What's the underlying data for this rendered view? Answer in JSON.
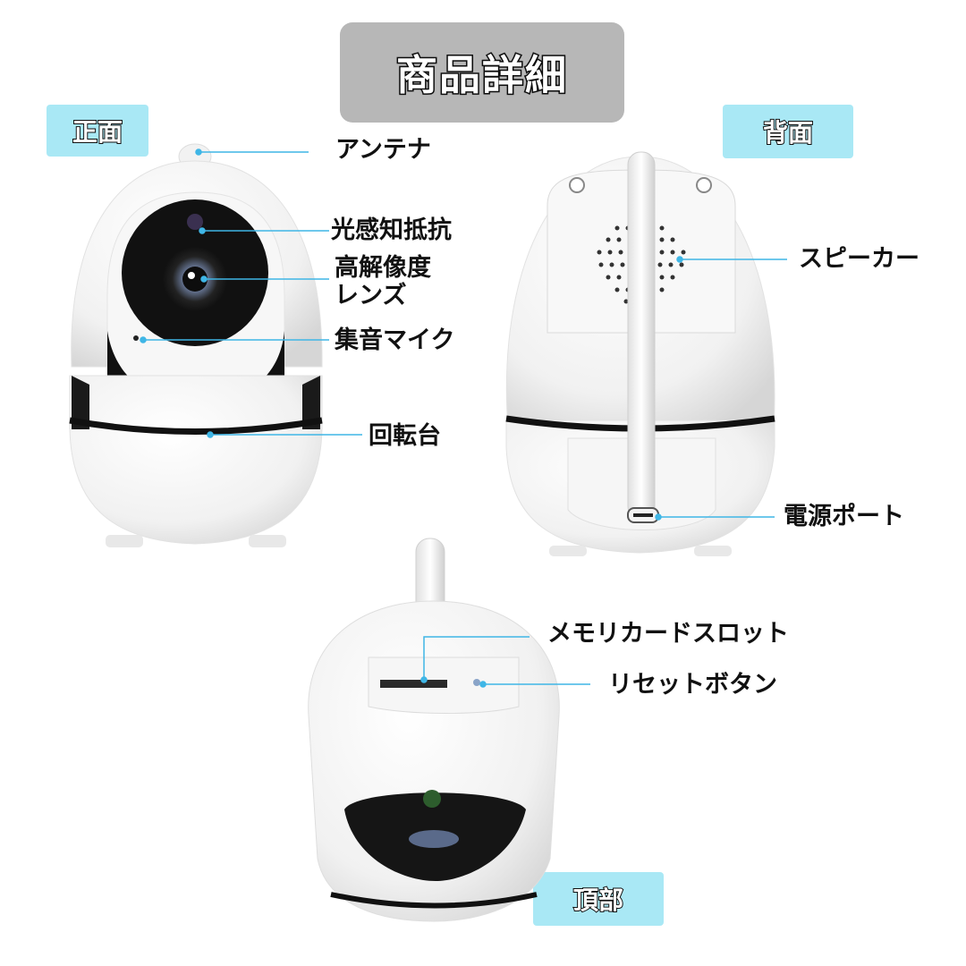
{
  "title": "商品詳細",
  "views": {
    "front": "正面",
    "back": "背面",
    "top": "頂部"
  },
  "labels": {
    "antenna": "アンテナ",
    "light_sensor": "光感知抵抗",
    "lens_line1": "高解像度",
    "lens_line2": "レンズ",
    "microphone": "集音マイク",
    "turntable": "回転台",
    "speaker": "スピーカー",
    "power_port": "電源ポート",
    "memory_slot": "メモリカードスロット",
    "reset_button": "リセットボタン"
  },
  "colors": {
    "tag_bg": "#a9e8f5",
    "title_bg": "#b7b7b7",
    "leader_line": "#3fb6e6"
  }
}
